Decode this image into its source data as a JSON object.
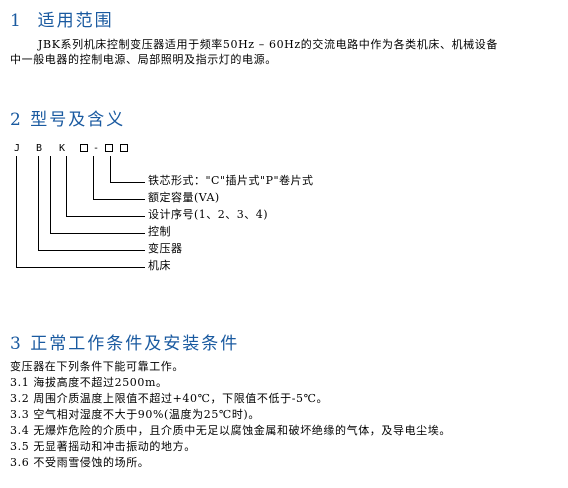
{
  "sections": [
    {
      "number": "1",
      "title": "适用范围",
      "paragraphs": [
        "JBK系列机床控制变压器适用于频率50Hz – 60Hz的交流电路中作为各类机床、机械设备",
        "中一般电器的控制电源、局部照明及指示灯的电源。"
      ]
    },
    {
      "number": "2",
      "title": "型号及含义",
      "code": {
        "chars": [
          "J",
          "B",
          "K",
          "-"
        ],
        "labels": [
          "铁芯形式：\"C\"插片式\"P\"卷片式",
          "额定容量(VA)",
          "设计序号(1、2、3、4)",
          "控制",
          "变压器",
          "机床"
        ]
      }
    },
    {
      "number": "3",
      "title": "正常工作条件及安装条件",
      "intro": "变压器在下列条件下能可靠工作。",
      "items": [
        "3.1 海拔高度不超过2500m。",
        "3.2 周围介质温度上限值不超过+40℃，下限值不低于-5℃。",
        "3.3 空气相对湿度不大于90%(温度为25℃时)。",
        "3.4 无爆炸危险的介质中，且介质中无足以腐蚀金属和破坏绝缘的气体，及导电尘埃。",
        "3.5 无显著摇动和冲击振动的地方。",
        "3.6 不受雨雪侵蚀的场所。"
      ]
    }
  ],
  "colors": {
    "heading": "#1a5aa0",
    "text": "#000000"
  }
}
